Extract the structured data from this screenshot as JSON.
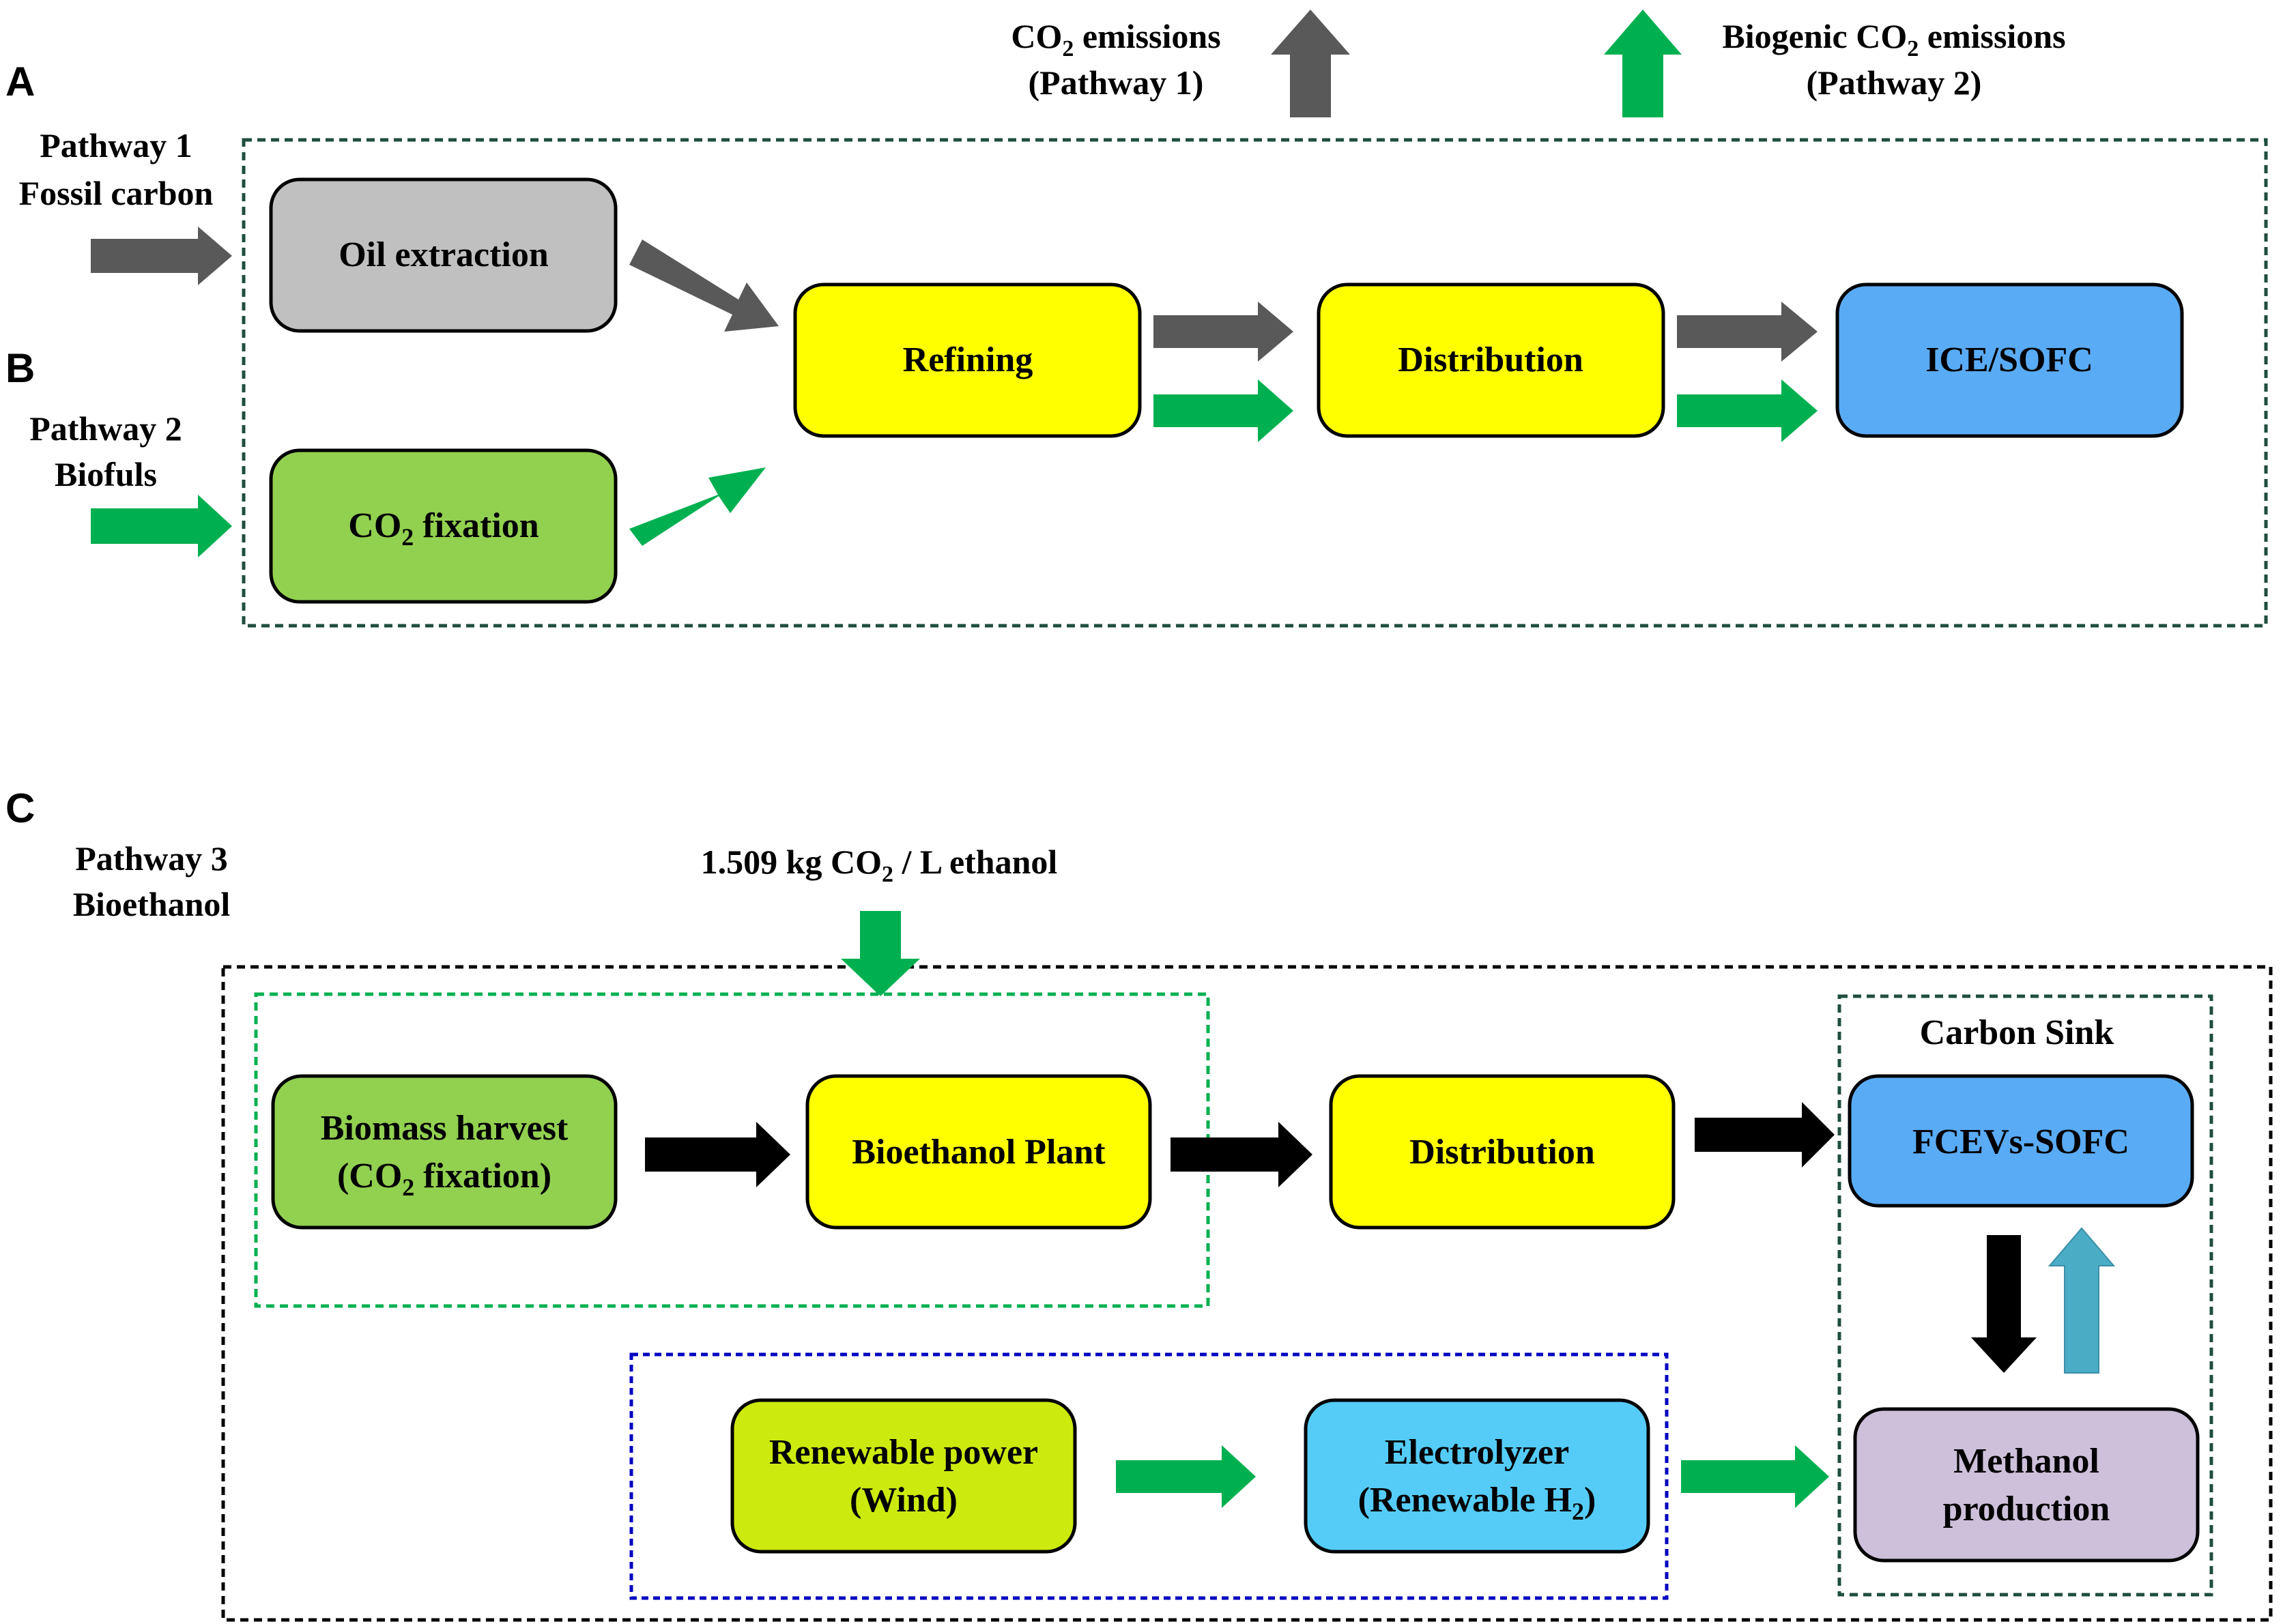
{
  "panels": {
    "a": "A",
    "b": "B",
    "c": "C"
  },
  "pathway1": {
    "line1": "Pathway 1",
    "line2": "Fossil carbon"
  },
  "pathway2": {
    "line1": "Pathway 2",
    "line2": "Biofuls"
  },
  "pathway3": {
    "line1": "Pathway 3",
    "line2": "Bioethanol"
  },
  "emissions": {
    "co2_line1_prefix": "CO",
    "co2_line1_sub": "2",
    "co2_line1_suffix": " emissions",
    "co2_line2": "(Pathway 1)",
    "bio_line1_prefix": "Biogenic CO",
    "bio_line1_sub": "2",
    "bio_line1_suffix": " emissions",
    "bio_line2": "(Pathway 2)"
  },
  "top_boxes": {
    "oil_extraction": "Oil extraction",
    "co2_fixation_prefix": "CO",
    "co2_fixation_sub": "2",
    "co2_fixation_suffix": " fixation",
    "refining": "Refining",
    "distribution": "Distribution",
    "ice_sofc": "ICE/SOFC"
  },
  "bottom": {
    "ethanol_prefix": "1.509 kg CO",
    "ethanol_sub": "2",
    "ethanol_suffix": " / L ethanol",
    "biomass_line1": "Biomass harvest",
    "biomass_line2_prefix": "(CO",
    "biomass_line2_sub": "2",
    "biomass_line2_suffix": " fixation)",
    "bioethanol_plant": "Bioethanol Plant",
    "distribution": "Distribution",
    "carbon_sink": "Carbon Sink",
    "fcevs_sofc": "FCEVs-SOFC",
    "methanol_line1": "Methanol",
    "methanol_line2": "production",
    "renewable_line1": "Renewable power",
    "renewable_line2": "(Wind)",
    "electrolyzer_line1": "Electrolyzer",
    "electrolyzer_line2_prefix": "(Renewable H",
    "electrolyzer_line2_sub": "2",
    "electrolyzer_line2_suffix": ")"
  },
  "colors": {
    "gray_box": "#c0c0c0",
    "yellow_box": "#ffff00",
    "green_box": "#92d050",
    "blue_box": "#5aabf5",
    "lime_box": "#cdea0f",
    "cyan_box": "#55ccf8",
    "lavender_box": "#ccc0da",
    "dark_arrow": "#595959",
    "green_arrow": "#00b050",
    "black_arrow": "#000000",
    "teal_arrow": "#4bacc6",
    "dark_green_border": "#1f4e3d",
    "green_border": "#00b050",
    "blue_border": "#0000c0",
    "black_border": "#000000"
  }
}
